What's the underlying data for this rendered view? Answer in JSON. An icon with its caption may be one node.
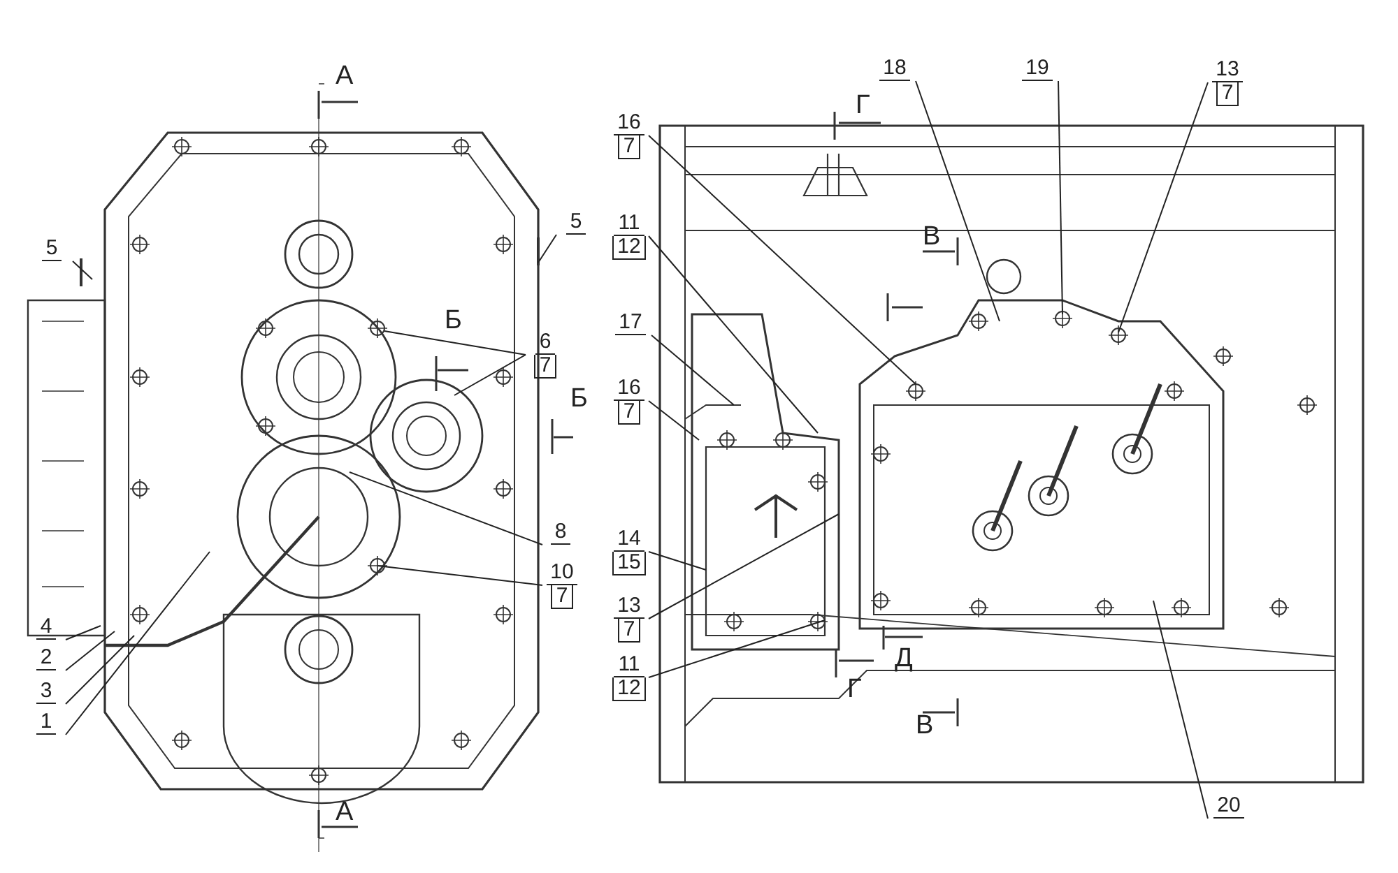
{
  "diagram": {
    "nodes": [
      {
        "text": [
          "5"
        ]
      },
      {
        "text": [
          "5"
        ]
      },
      {
        "text": [
          "6",
          "7"
        ]
      },
      {
        "text": [
          "8"
        ]
      },
      {
        "text": [
          "10",
          "7"
        ]
      },
      {
        "text": [
          "4"
        ]
      },
      {
        "text": [
          "2"
        ]
      },
      {
        "text": [
          "3"
        ]
      },
      {
        "text": [
          "1"
        ]
      },
      {
        "text": [
          "16",
          "7"
        ]
      },
      {
        "text": [
          "18"
        ]
      },
      {
        "text": [
          "19"
        ]
      },
      {
        "text": [
          "13",
          "7"
        ]
      },
      {
        "text": [
          "11",
          "12"
        ]
      },
      {
        "text": [
          "17"
        ]
      },
      {
        "text": [
          "16",
          "7"
        ]
      },
      {
        "text": [
          "14",
          "15"
        ]
      },
      {
        "text": [
          "13",
          "7"
        ]
      },
      {
        "text": [
          "11",
          "12"
        ]
      },
      {
        "text": [
          "20"
        ]
      }
    ],
    "edges": [
      {
        "from": 0,
        "to": null,
        "arrow": "none"
      },
      {
        "from": 1,
        "to": null,
        "arrow": "none"
      },
      {
        "from": 2,
        "to": null,
        "arrow": "none"
      },
      {
        "from": 2,
        "to": null,
        "arrow": "none"
      },
      {
        "from": 3,
        "to": null,
        "arrow": "none"
      },
      {
        "from": 4,
        "to": null,
        "arrow": "none"
      },
      {
        "from": 5,
        "to": null,
        "arrow": "none"
      },
      {
        "from": 6,
        "to": null,
        "arrow": "none"
      },
      {
        "from": 7,
        "to": null,
        "arrow": "none"
      },
      {
        "from": 8,
        "to": null,
        "arrow": "none"
      },
      {
        "from": 9,
        "to": null,
        "arrow": "none"
      },
      {
        "from": 10,
        "to": null,
        "arrow": "none"
      },
      {
        "from": 11,
        "to": null,
        "arrow": "none"
      },
      {
        "from": 12,
        "to": null,
        "arrow": "none"
      },
      {
        "from": 13,
        "to": null,
        "arrow": "none"
      },
      {
        "from": 14,
        "to": null,
        "arrow": "none"
      },
      {
        "from": 15,
        "to": null,
        "arrow": "none"
      },
      {
        "from": 16,
        "to": null,
        "arrow": "none"
      },
      {
        "from": 17,
        "to": null,
        "arrow": "none"
      },
      {
        "from": 18,
        "to": null,
        "arrow": "none"
      },
      {
        "from": 19,
        "to": null,
        "arrow": "none"
      }
    ],
    "labels": [
      "А",
      "Г",
      "В",
      "Б",
      "Б",
      "Д",
      "Г",
      "В",
      "А"
    ]
  }
}
